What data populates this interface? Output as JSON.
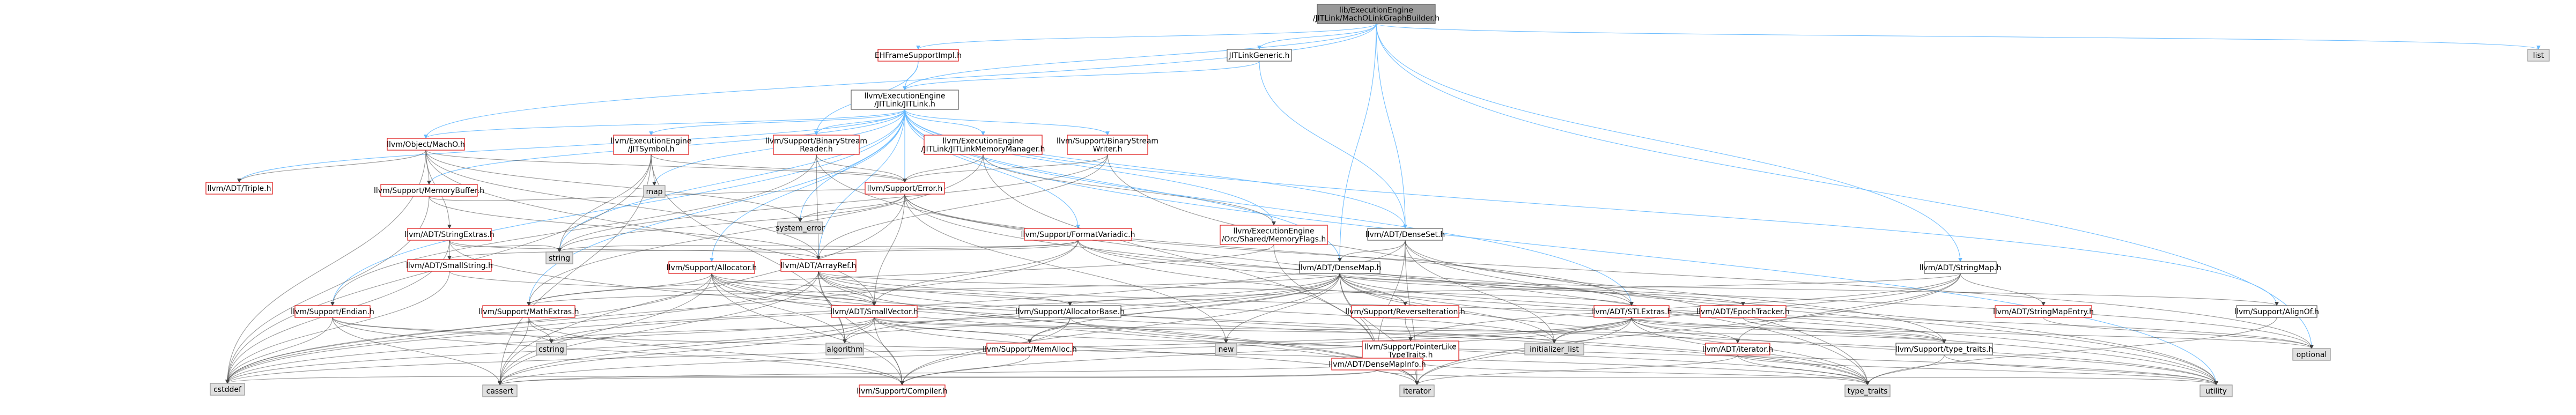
{
  "graph": {
    "nodes": [
      {
        "id": "root",
        "lines": [
          "lib/ExecutionEngine",
          "/JITLink/MachOLinkGraphBuilder.h"
        ],
        "kind": "focus"
      },
      {
        "id": "ehframe",
        "lines": [
          "EHFrameSupportImpl.h"
        ],
        "kind": "internal"
      },
      {
        "id": "jitlinkgeneric",
        "lines": [
          "JITLinkGeneric.h"
        ],
        "kind": "documented"
      },
      {
        "id": "list",
        "lines": [
          "list"
        ],
        "kind": "external"
      },
      {
        "id": "jitlink",
        "lines": [
          "llvm/ExecutionEngine",
          "/JITLink/JITLink.h"
        ],
        "kind": "documented"
      },
      {
        "id": "machoobj",
        "lines": [
          "llvm/Object/MachO.h"
        ],
        "kind": "internal"
      },
      {
        "id": "jitsymbol",
        "lines": [
          "llvm/ExecutionEngine",
          "/JITSymbol.h"
        ],
        "kind": "internal"
      },
      {
        "id": "bsreader",
        "lines": [
          "llvm/Support/BinaryStream",
          "Reader.h"
        ],
        "kind": "internal"
      },
      {
        "id": "jitmemmgr",
        "lines": [
          "llvm/ExecutionEngine",
          "/JITLink/JITLinkMemoryManager.h"
        ],
        "kind": "internal"
      },
      {
        "id": "bswriter",
        "lines": [
          "llvm/Support/BinaryStream",
          "Writer.h"
        ],
        "kind": "internal"
      },
      {
        "id": "triple",
        "lines": [
          "llvm/ADT/Triple.h"
        ],
        "kind": "internal"
      },
      {
        "id": "memorybuffer",
        "lines": [
          "llvm/Support/MemoryBuffer.h"
        ],
        "kind": "internal"
      },
      {
        "id": "map",
        "lines": [
          "map"
        ],
        "kind": "external"
      },
      {
        "id": "supporterror",
        "lines": [
          "llvm/Support/Error.h"
        ],
        "kind": "internal"
      },
      {
        "id": "systemerror",
        "lines": [
          "system_error"
        ],
        "kind": "external"
      },
      {
        "id": "stringextras",
        "lines": [
          "llvm/ADT/StringExtras.h"
        ],
        "kind": "internal"
      },
      {
        "id": "formatvariadic",
        "lines": [
          "llvm/Support/FormatVariadic.h"
        ],
        "kind": "internal"
      },
      {
        "id": "sharedmemflags",
        "lines": [
          "llvm/ExecutionEngine",
          "/Orc/Shared/MemoryFlags.h"
        ],
        "kind": "internal"
      },
      {
        "id": "densesetdoc",
        "lines": [
          "llvm/ADT/DenseSet.h"
        ],
        "kind": "documented"
      },
      {
        "id": "stringh",
        "lines": [
          "string"
        ],
        "kind": "external"
      },
      {
        "id": "smallstring",
        "lines": [
          "llvm/ADT/SmallString.h"
        ],
        "kind": "internal"
      },
      {
        "id": "arrayref",
        "lines": [
          "llvm/ADT/ArrayRef.h"
        ],
        "kind": "internal"
      },
      {
        "id": "allocator",
        "lines": [
          "llvm/Support/Allocator.h"
        ],
        "kind": "internal"
      },
      {
        "id": "densemap",
        "lines": [
          "llvm/ADT/DenseMap.h"
        ],
        "kind": "documented"
      },
      {
        "id": "stringmap",
        "lines": [
          "llvm/ADT/StringMap.h"
        ],
        "kind": "documented"
      },
      {
        "id": "endian",
        "lines": [
          "llvm/Support/Endian.h"
        ],
        "kind": "internal"
      },
      {
        "id": "mathextras",
        "lines": [
          "llvm/Support/MathExtras.h"
        ],
        "kind": "internal"
      },
      {
        "id": "smallvector",
        "lines": [
          "llvm/ADT/SmallVector.h"
        ],
        "kind": "internal"
      },
      {
        "id": "allocatorbase",
        "lines": [
          "llvm/Support/AllocatorBase.h"
        ],
        "kind": "documented"
      },
      {
        "id": "reverseiteration",
        "lines": [
          "llvm/Support/ReverseIteration.h"
        ],
        "kind": "internal"
      },
      {
        "id": "stlextras",
        "lines": [
          "llvm/ADT/STLExtras.h"
        ],
        "kind": "internal"
      },
      {
        "id": "epochtracker",
        "lines": [
          "llvm/ADT/EpochTracker.h"
        ],
        "kind": "internal"
      },
      {
        "id": "stringmapentry",
        "lines": [
          "llvm/ADT/StringMapEntry.h"
        ],
        "kind": "internal"
      },
      {
        "id": "alignof",
        "lines": [
          "llvm/Support/AlignOf.h"
        ],
        "kind": "documented"
      },
      {
        "id": "cstring",
        "lines": [
          "cstring"
        ],
        "kind": "external"
      },
      {
        "id": "algorithm",
        "lines": [
          "algorithm"
        ],
        "kind": "external"
      },
      {
        "id": "memalloc",
        "lines": [
          "llvm/Support/MemAlloc.h"
        ],
        "kind": "internal"
      },
      {
        "id": "newh",
        "lines": [
          "new"
        ],
        "kind": "external"
      },
      {
        "id": "ptrliketraits",
        "lines": [
          "llvm/Support/PointerLike",
          "TypeTraits.h"
        ],
        "kind": "internal"
      },
      {
        "id": "initlist",
        "lines": [
          "initializer_list"
        ],
        "kind": "external"
      },
      {
        "id": "densemapinfo",
        "lines": [
          "llvm/ADT/DenseMapInfo.h"
        ],
        "kind": "internal"
      },
      {
        "id": "iteratorh",
        "lines": [
          "llvm/ADT/iterator.h"
        ],
        "kind": "internal"
      },
      {
        "id": "typetraitsh",
        "lines": [
          "llvm/Support/type_traits.h"
        ],
        "kind": "documented"
      },
      {
        "id": "optional",
        "lines": [
          "optional"
        ],
        "kind": "external"
      },
      {
        "id": "cstddef",
        "lines": [
          "cstddef"
        ],
        "kind": "external"
      },
      {
        "id": "cassert",
        "lines": [
          "cassert"
        ],
        "kind": "external"
      },
      {
        "id": "compiler",
        "lines": [
          "llvm/Support/Compiler.h"
        ],
        "kind": "internal"
      },
      {
        "id": "iterator",
        "lines": [
          "iterator"
        ],
        "kind": "external"
      },
      {
        "id": "typetraits",
        "lines": [
          "type_traits"
        ],
        "kind": "external"
      },
      {
        "id": "utility",
        "lines": [
          "utility"
        ],
        "kind": "external"
      }
    ],
    "edges": [
      [
        "root",
        "ehframe"
      ],
      [
        "root",
        "jitlinkgeneric"
      ],
      [
        "root",
        "list"
      ],
      [
        "root",
        "jitlink"
      ],
      [
        "root",
        "machoobj"
      ],
      [
        "root",
        "densesetdoc"
      ],
      [
        "root",
        "densemap"
      ],
      [
        "root",
        "stringmap"
      ],
      [
        "root",
        "optional"
      ],
      [
        "ehframe",
        "jitlink"
      ],
      [
        "ehframe",
        "bsreader"
      ],
      [
        "jitlinkgeneric",
        "jitlink"
      ],
      [
        "jitlinkgeneric",
        "densesetdoc"
      ],
      [
        "jitlink",
        "machoobj"
      ],
      [
        "jitlink",
        "jitsymbol"
      ],
      [
        "jitlink",
        "bsreader"
      ],
      [
        "jitlink",
        "jitmemmgr"
      ],
      [
        "jitlink",
        "bswriter"
      ],
      [
        "jitlink",
        "triple"
      ],
      [
        "jitlink",
        "memorybuffer"
      ],
      [
        "jitlink",
        "map"
      ],
      [
        "jitlink",
        "supporterror"
      ],
      [
        "jitlink",
        "systemerror"
      ],
      [
        "jitlink",
        "formatvariadic"
      ],
      [
        "jitlink",
        "sharedmemflags"
      ],
      [
        "jitlink",
        "densesetdoc"
      ],
      [
        "jitlink",
        "stringh"
      ],
      [
        "jitlink",
        "arrayref"
      ],
      [
        "jitlink",
        "allocator"
      ],
      [
        "jitlink",
        "densemap"
      ],
      [
        "jitlink",
        "endian"
      ],
      [
        "jitlink",
        "mathextras"
      ],
      [
        "jitlink",
        "stlextras"
      ],
      [
        "jitlink",
        "alignof"
      ],
      [
        "jitlink",
        "utility"
      ],
      [
        "machoobj",
        "triple"
      ],
      [
        "machoobj",
        "memorybuffer"
      ],
      [
        "machoobj",
        "supporterror"
      ],
      [
        "machoobj",
        "systemerror"
      ],
      [
        "machoobj",
        "stringextras"
      ],
      [
        "machoobj",
        "arrayref"
      ],
      [
        "machoobj",
        "smallvector"
      ],
      [
        "machoobj",
        "cstddef"
      ],
      [
        "jitsymbol",
        "map"
      ],
      [
        "jitsymbol",
        "supporterror"
      ],
      [
        "jitsymbol",
        "stringh"
      ],
      [
        "jitsymbol",
        "algorithm"
      ],
      [
        "jitsymbol",
        "cassert"
      ],
      [
        "jitsymbol",
        "cstddef"
      ],
      [
        "bsreader",
        "supporterror"
      ],
      [
        "bsreader",
        "arrayref"
      ],
      [
        "bsreader",
        "endian"
      ],
      [
        "bsreader",
        "typetraits"
      ],
      [
        "jitmemmgr",
        "supporterror"
      ],
      [
        "jitmemmgr",
        "sharedmemflags"
      ],
      [
        "jitmemmgr",
        "mathextras"
      ],
      [
        "jitmemmgr",
        "densemapinfo"
      ],
      [
        "bswriter",
        "supporterror"
      ],
      [
        "bswriter",
        "arrayref"
      ],
      [
        "bswriter",
        "stringh"
      ],
      [
        "bswriter",
        "typetraits"
      ],
      [
        "memorybuffer",
        "supporterror"
      ],
      [
        "memorybuffer",
        "arrayref"
      ],
      [
        "memorybuffer",
        "cstddef"
      ],
      [
        "supporterror",
        "systemerror"
      ],
      [
        "supporterror",
        "stringh"
      ],
      [
        "supporterror",
        "smallvector"
      ],
      [
        "supporterror",
        "stlextras"
      ],
      [
        "supporterror",
        "cassert"
      ],
      [
        "supporterror",
        "newh"
      ],
      [
        "supporterror",
        "optional"
      ],
      [
        "supporterror",
        "utility"
      ],
      [
        "stringextras",
        "smallstring"
      ],
      [
        "stringextras",
        "arrayref"
      ],
      [
        "stringextras",
        "stringh"
      ],
      [
        "stringextras",
        "iterator"
      ],
      [
        "stringextras",
        "cstddef"
      ],
      [
        "formatvariadic",
        "arrayref"
      ],
      [
        "formatvariadic",
        "smallstring"
      ],
      [
        "formatvariadic",
        "smallvector"
      ],
      [
        "formatvariadic",
        "stlextras"
      ],
      [
        "formatvariadic",
        "stringh"
      ],
      [
        "formatvariadic",
        "optional"
      ],
      [
        "formatvariadic",
        "utility"
      ],
      [
        "formatvariadic",
        "cstddef"
      ],
      [
        "sharedmemflags",
        "densemapinfo"
      ],
      [
        "sharedmemflags",
        "mathextras"
      ],
      [
        "densesetdoc",
        "densemap"
      ],
      [
        "densesetdoc",
        "densemapinfo"
      ],
      [
        "densesetdoc",
        "typetraitsh"
      ],
      [
        "densesetdoc",
        "initlist"
      ],
      [
        "densesetdoc",
        "iterator"
      ],
      [
        "densesetdoc",
        "utility"
      ],
      [
        "densesetdoc",
        "cstddef"
      ],
      [
        "smallstring",
        "smallvector"
      ],
      [
        "smallstring",
        "cstddef"
      ],
      [
        "arrayref",
        "smallvector"
      ],
      [
        "arrayref",
        "stlextras"
      ],
      [
        "arrayref",
        "compiler"
      ],
      [
        "arrayref",
        "algorithm"
      ],
      [
        "arrayref",
        "cassert"
      ],
      [
        "arrayref",
        "cstddef"
      ],
      [
        "arrayref",
        "initlist"
      ],
      [
        "arrayref",
        "iterator"
      ],
      [
        "arrayref",
        "typetraits"
      ],
      [
        "arrayref",
        "optional"
      ],
      [
        "allocator",
        "allocatorbase"
      ],
      [
        "allocator",
        "mathextras"
      ],
      [
        "allocator",
        "smallvector"
      ],
      [
        "allocator",
        "compiler"
      ],
      [
        "allocator",
        "algorithm"
      ],
      [
        "allocator",
        "cassert"
      ],
      [
        "allocator",
        "cstddef"
      ],
      [
        "allocator",
        "iterator"
      ],
      [
        "allocator",
        "typetraits"
      ],
      [
        "allocator",
        "utility"
      ],
      [
        "densemap",
        "densemapinfo"
      ],
      [
        "densemap",
        "epochtracker"
      ],
      [
        "densemap",
        "alignof"
      ],
      [
        "densemap",
        "compiler"
      ],
      [
        "densemap",
        "mathextras"
      ],
      [
        "densemap",
        "memalloc"
      ],
      [
        "densemap",
        "reverseiteration"
      ],
      [
        "densemap",
        "typetraitsh"
      ],
      [
        "densemap",
        "algorithm"
      ],
      [
        "densemap",
        "cassert"
      ],
      [
        "densemap",
        "cstddef"
      ],
      [
        "densemap",
        "cstring"
      ],
      [
        "densemap",
        "initlist"
      ],
      [
        "densemap",
        "iterator"
      ],
      [
        "densemap",
        "newh"
      ],
      [
        "densemap",
        "typetraits"
      ],
      [
        "densemap",
        "utility"
      ],
      [
        "stringmap",
        "stringmapentry"
      ],
      [
        "stringmap",
        "iteratorh"
      ],
      [
        "stringmap",
        "allocatorbase"
      ],
      [
        "stringmap",
        "ptrliketraits"
      ],
      [
        "stringmap",
        "initlist"
      ],
      [
        "stringmap",
        "iterator"
      ],
      [
        "endian",
        "compiler"
      ],
      [
        "endian",
        "cassert"
      ],
      [
        "endian",
        "cstddef"
      ],
      [
        "endian",
        "cstring"
      ],
      [
        "endian",
        "typetraits"
      ],
      [
        "mathextras",
        "compiler"
      ],
      [
        "mathextras",
        "cassert"
      ],
      [
        "mathextras",
        "cstring"
      ],
      [
        "smallvector",
        "compiler"
      ],
      [
        "smallvector",
        "algorithm"
      ],
      [
        "smallvector",
        "cassert"
      ],
      [
        "smallvector",
        "cstddef"
      ],
      [
        "smallvector",
        "cstring"
      ],
      [
        "smallvector",
        "initlist"
      ],
      [
        "smallvector",
        "iterator"
      ],
      [
        "smallvector",
        "memalloc"
      ],
      [
        "smallvector",
        "typetraitsh"
      ],
      [
        "smallvector",
        "utility"
      ],
      [
        "allocatorbase",
        "compiler"
      ],
      [
        "allocatorbase",
        "memalloc"
      ],
      [
        "allocatorbase",
        "typetraits"
      ],
      [
        "reverseiteration",
        "ptrliketraits"
      ],
      [
        "stlextras",
        "iteratorh"
      ],
      [
        "stlextras",
        "typetraitsh"
      ],
      [
        "stlextras",
        "compiler"
      ],
      [
        "stlextras",
        "initlist"
      ],
      [
        "stlextras",
        "optional"
      ],
      [
        "stlextras",
        "cassert"
      ],
      [
        "stlextras",
        "cstddef"
      ],
      [
        "stlextras",
        "iterator"
      ],
      [
        "stlextras",
        "typetraits"
      ],
      [
        "stlextras",
        "utility"
      ],
      [
        "epochtracker",
        "typetraitsh"
      ],
      [
        "stringmapentry",
        "optional"
      ],
      [
        "alignof",
        "typetraits"
      ],
      [
        "memalloc",
        "compiler"
      ],
      [
        "ptrliketraits",
        "typetraits"
      ],
      [
        "ptrliketraits",
        "cassert"
      ],
      [
        "densemapinfo",
        "cassert"
      ],
      [
        "densemapinfo",
        "cstddef"
      ],
      [
        "densemapinfo",
        "utility"
      ],
      [
        "iteratorh",
        "iterator"
      ],
      [
        "iteratorh",
        "typetraits"
      ],
      [
        "iteratorh",
        "utility"
      ],
      [
        "typetraitsh",
        "typetraits"
      ],
      [
        "typetraitsh",
        "utility"
      ]
    ]
  },
  "colors": {
    "edge_primary": "#63b8ff",
    "edge_secondary": "#404040",
    "focus_fill": "#999999",
    "internal_border": "#e02020",
    "external_fill": "#e0e0e0"
  }
}
